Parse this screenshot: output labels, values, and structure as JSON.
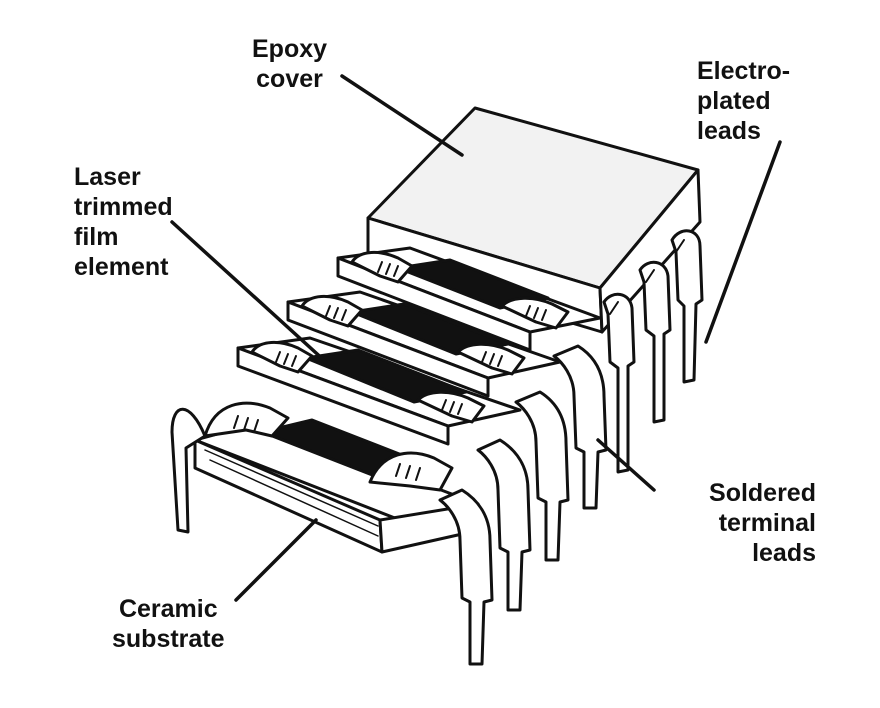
{
  "labels": {
    "epoxy_cover": [
      "Epoxy",
      "cover"
    ],
    "electroplated_leads": [
      "Electro-",
      "plated",
      "leads"
    ],
    "laser_trimmed": [
      "Laser",
      "trimmed",
      "film",
      "element"
    ],
    "soldered_leads": [
      "Soldered",
      "terminal",
      "leads"
    ],
    "ceramic_substrate": [
      "Ceramic",
      "substrate"
    ]
  },
  "colors": {
    "ink": "#111111",
    "cover_fill": "#f2f2f2",
    "film": "#111111",
    "paper": "#ffffff"
  }
}
